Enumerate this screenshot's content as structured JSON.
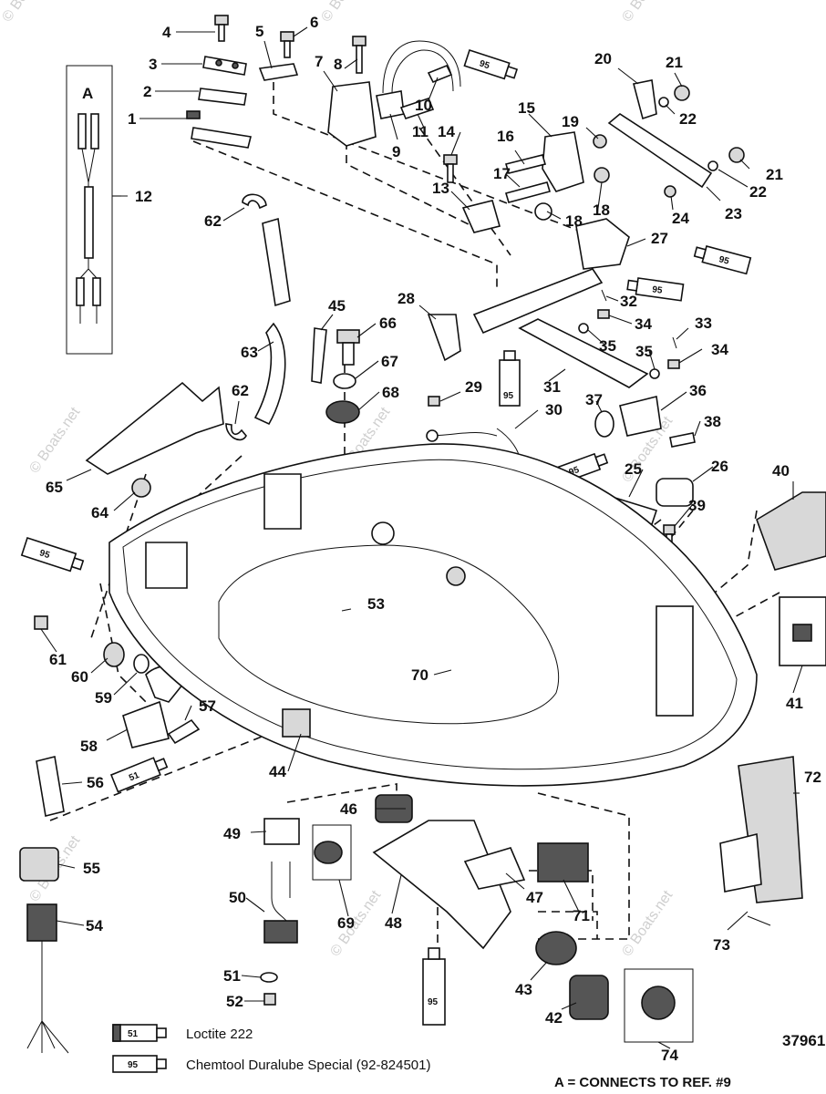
{
  "watermark": "© Boats.net",
  "inset": {
    "letter": "A",
    "ref": "12"
  },
  "callouts": [
    "1",
    "2",
    "3",
    "4",
    "5",
    "6",
    "7",
    "8",
    "9",
    "10",
    "11",
    "12",
    "13",
    "14",
    "15",
    "16",
    "17",
    "18",
    "19",
    "20",
    "21",
    "22",
    "23",
    "24",
    "25",
    "26",
    "27",
    "28",
    "29",
    "30",
    "31",
    "32",
    "33",
    "34",
    "35",
    "36",
    "37",
    "38",
    "39",
    "40",
    "41",
    "42",
    "43",
    "44",
    "45",
    "46",
    "47",
    "48",
    "49",
    "50",
    "51",
    "52",
    "53",
    "54",
    "55",
    "56",
    "57",
    "58",
    "59",
    "60",
    "61",
    "62",
    "63",
    "64",
    "65",
    "66",
    "67",
    "68",
    "69",
    "70",
    "71",
    "72",
    "73",
    "74"
  ],
  "tubes": {
    "duralube": "95",
    "loctite": "51"
  },
  "legend": [
    {
      "code": "51",
      "text": "Loctite 222"
    },
    {
      "code": "95",
      "text": "Chemtool Duralube Special (92-824501)"
    }
  ],
  "figure_number": "37961",
  "note": "A = CONNECTS TO REF. #9"
}
